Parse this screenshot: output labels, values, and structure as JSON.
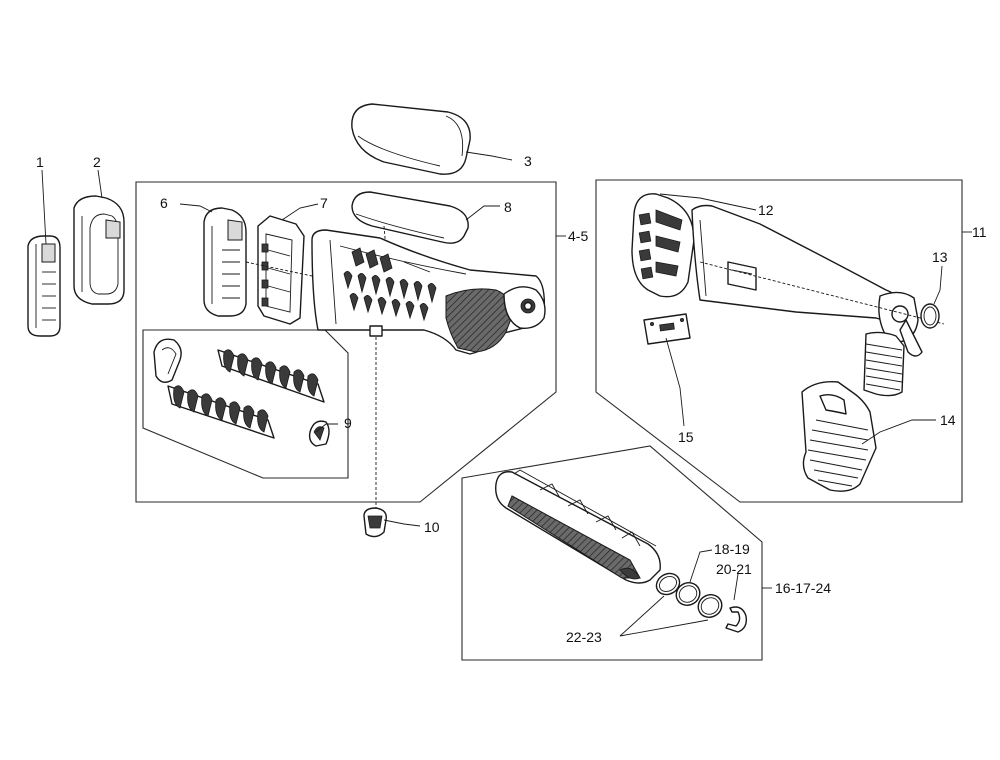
{
  "labels": {
    "p1": "1",
    "p2": "2",
    "p3": "3",
    "p4_5": "4-5",
    "p6": "6",
    "p7": "7",
    "p8": "8",
    "p9": "9",
    "p10": "10",
    "p11": "11",
    "p12": "12",
    "p13": "13",
    "p14": "14",
    "p15": "15",
    "p16_17_24": "16-17-24",
    "p18_19": "18-19",
    "p20_21": "20-21",
    "p22_23": "22-23"
  },
  "colors": {
    "line": "#1a1a1a",
    "background": "#ffffff",
    "shade": "#3a3a3a"
  }
}
